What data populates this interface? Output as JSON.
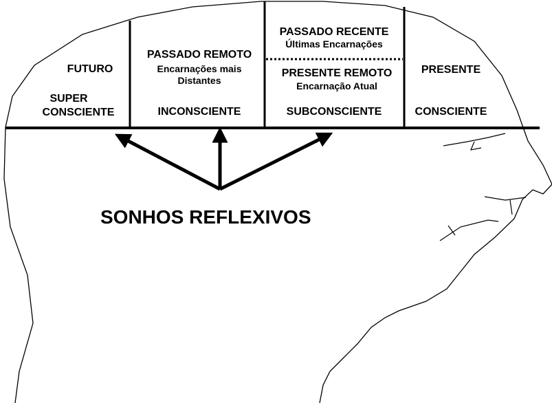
{
  "diagram": {
    "columns": {
      "futuro": {
        "title": "FUTURO",
        "state_line1": "SUPER",
        "state_line2": "CONSCIENTE"
      },
      "inconsciente": {
        "title": "PASSADO REMOTO",
        "subtitle_line1": "Encarnações mais",
        "subtitle_line2": "Distantes",
        "state": "INCONSCIENTE"
      },
      "subconsciente": {
        "upper_title": "PASSADO RECENTE",
        "upper_subtitle": "Últimas Encarnações",
        "lower_title": "PRESENTE REMOTO",
        "lower_subtitle": "Encarnação Atual",
        "state": "SUBCONSCIENTE"
      },
      "consciente": {
        "title": "PRESENTE",
        "state": "CONSCIENTE"
      }
    },
    "caption": "SONHOS REFLEXIVOS"
  }
}
